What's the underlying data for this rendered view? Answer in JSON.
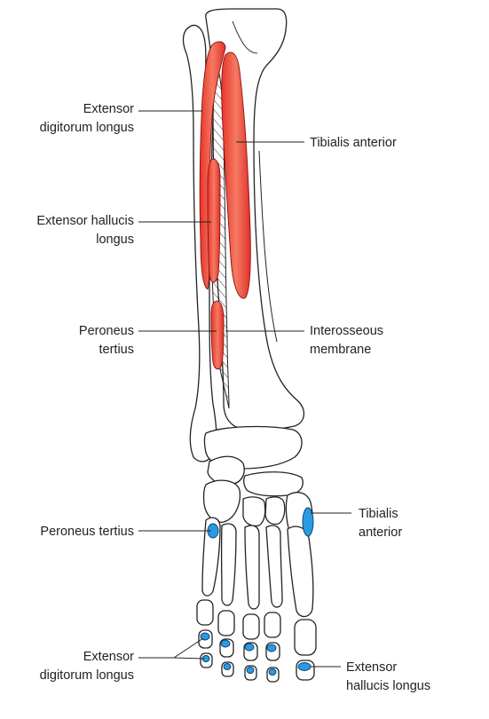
{
  "colors": {
    "muscle_origin": "#e8352b",
    "muscle_highlight": "#f5806a",
    "tendon_insertion": "#2a9be0",
    "outline": "#222222",
    "background": "#ffffff"
  },
  "labels": {
    "edl_origin_1": "Extensor",
    "edl_origin_2": "digitorum longus",
    "tibialis_anterior_origin": "Tibialis anterior",
    "ehl_origin_1": "Extensor hallucis",
    "ehl_origin_2": "longus",
    "peroneus_tertius_origin_1": "Peroneus",
    "peroneus_tertius_origin_2": "tertius",
    "interosseous_1": "Interosseous",
    "interosseous_2": "membrane",
    "peroneus_tertius_insertion": "Peroneus tertius",
    "tibialis_anterior_insertion_1": "Tibialis",
    "tibialis_anterior_insertion_2": "anterior",
    "edl_insertion_1": "Extensor",
    "edl_insertion_2": "digitorum longus",
    "ehl_insertion_1": "Extensor",
    "ehl_insertion_2": "hallucis longus"
  }
}
